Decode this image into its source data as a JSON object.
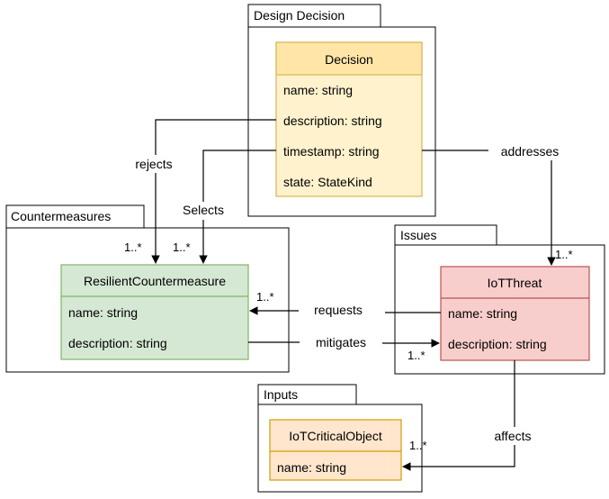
{
  "packages": {
    "design_decision": "Design Decision",
    "countermeasures": "Countermeasures",
    "issues": "Issues",
    "inputs": "Inputs"
  },
  "classes": {
    "decision": {
      "name": "Decision",
      "attributes": [
        "name: string",
        "description: string",
        "timestamp: string",
        "state: StateKind"
      ]
    },
    "resilient_countermeasure": {
      "name": "ResilientCountermeasure",
      "attributes": [
        "name: string",
        "description: string"
      ]
    },
    "iot_threat": {
      "name": "IoTThreat",
      "attributes": [
        "name: string",
        "description: string"
      ]
    },
    "iot_critical_object": {
      "name": "IoTCriticalObject",
      "attributes": [
        "name: string"
      ]
    }
  },
  "relations": {
    "rejects": {
      "label": "rejects",
      "multiplicity": "1..*"
    },
    "selects": {
      "label": "Selects",
      "multiplicity": "1..*"
    },
    "addresses": {
      "label": "addresses",
      "multiplicity": "1..*"
    },
    "requests": {
      "label": "requests",
      "multiplicity": "1..*"
    },
    "mitigates": {
      "label": "mitigates",
      "multiplicity": "1..*"
    },
    "affects": {
      "label": "affects",
      "multiplicity": "1..*"
    }
  },
  "colors": {
    "decision_fill": "#fff2cc",
    "decision_header": "#ffe6a8",
    "decision_stroke": "#d6b656",
    "countermeasure_fill": "#d5e8d4",
    "countermeasure_stroke": "#82b366",
    "threat_fill": "#f8cecc",
    "threat_stroke": "#b85450",
    "critical_fill": "#ffe6cc",
    "critical_stroke": "#d79b00",
    "line": "#000000"
  }
}
